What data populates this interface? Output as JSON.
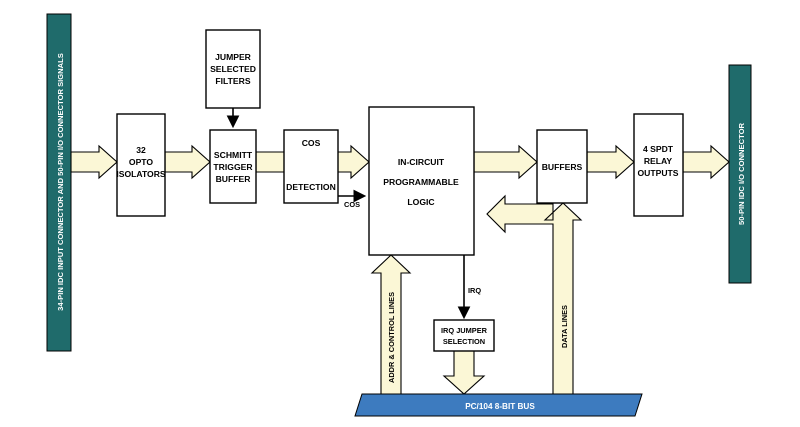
{
  "left_connector_label": "34-PIN IDC INPUT CONNECTOR AND 50-PIN I/O CONNECTOR SIGNALS",
  "right_connector_label": "50-PIN IDC I/O  CONNECTOR",
  "blocks": {
    "opto": [
      "32",
      "OPTO",
      "ISOLATORS"
    ],
    "jumper_filters": [
      "JUMPER",
      "SELECTED",
      "FILTERS"
    ],
    "schmitt": [
      "SCHMITT",
      "TRIGGER",
      "BUFFER"
    ],
    "cos_top": "COS",
    "cos_detection": "DETECTION",
    "cos_out": "COS",
    "logic": [
      "IN-CIRCUIT",
      "PROGRAMMABLE",
      "LOGIC"
    ],
    "buffers": "BUFFERS",
    "relay": [
      "4 SPDT",
      "RELAY",
      "OUTPUTS"
    ],
    "irq_jumper": [
      "IRQ JUMPER",
      "SELECTION"
    ]
  },
  "signals": {
    "irq": "IRQ",
    "addr": "ADDR & CONTROL LINES",
    "data": "DATA LINES"
  },
  "bus_label": "PC/104 8-BIT BUS",
  "colors": {
    "connector": "#1f6b6b",
    "arrow_fill": "#fbf7d6",
    "bus": "#3d7bbf"
  }
}
